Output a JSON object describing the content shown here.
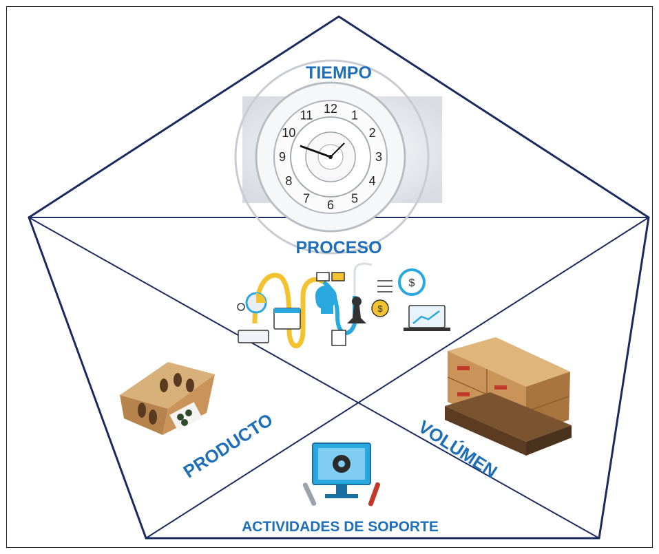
{
  "sections": {
    "top": "TIEMPO",
    "center": "PROCESO",
    "left": "PRODUCTO",
    "right": "VOLÚMEN",
    "bottom": "ACTIVIDADES DE SOPORTE"
  },
  "clock_numbers": [
    "11",
    "12",
    "1",
    "2",
    "3",
    "4",
    "5",
    "6",
    "7",
    "8",
    "9",
    "10"
  ],
  "colors": {
    "outline": "#1a2a5e",
    "label": "#1f6fb8",
    "accent_yellow": "#f2c230",
    "accent_blue": "#29a8e0",
    "box": "#c9935a"
  },
  "icons": [
    "clock-icon",
    "process-infographic-icon",
    "product-box-icon",
    "pallet-boxes-icon",
    "computer-tools-icon"
  ]
}
